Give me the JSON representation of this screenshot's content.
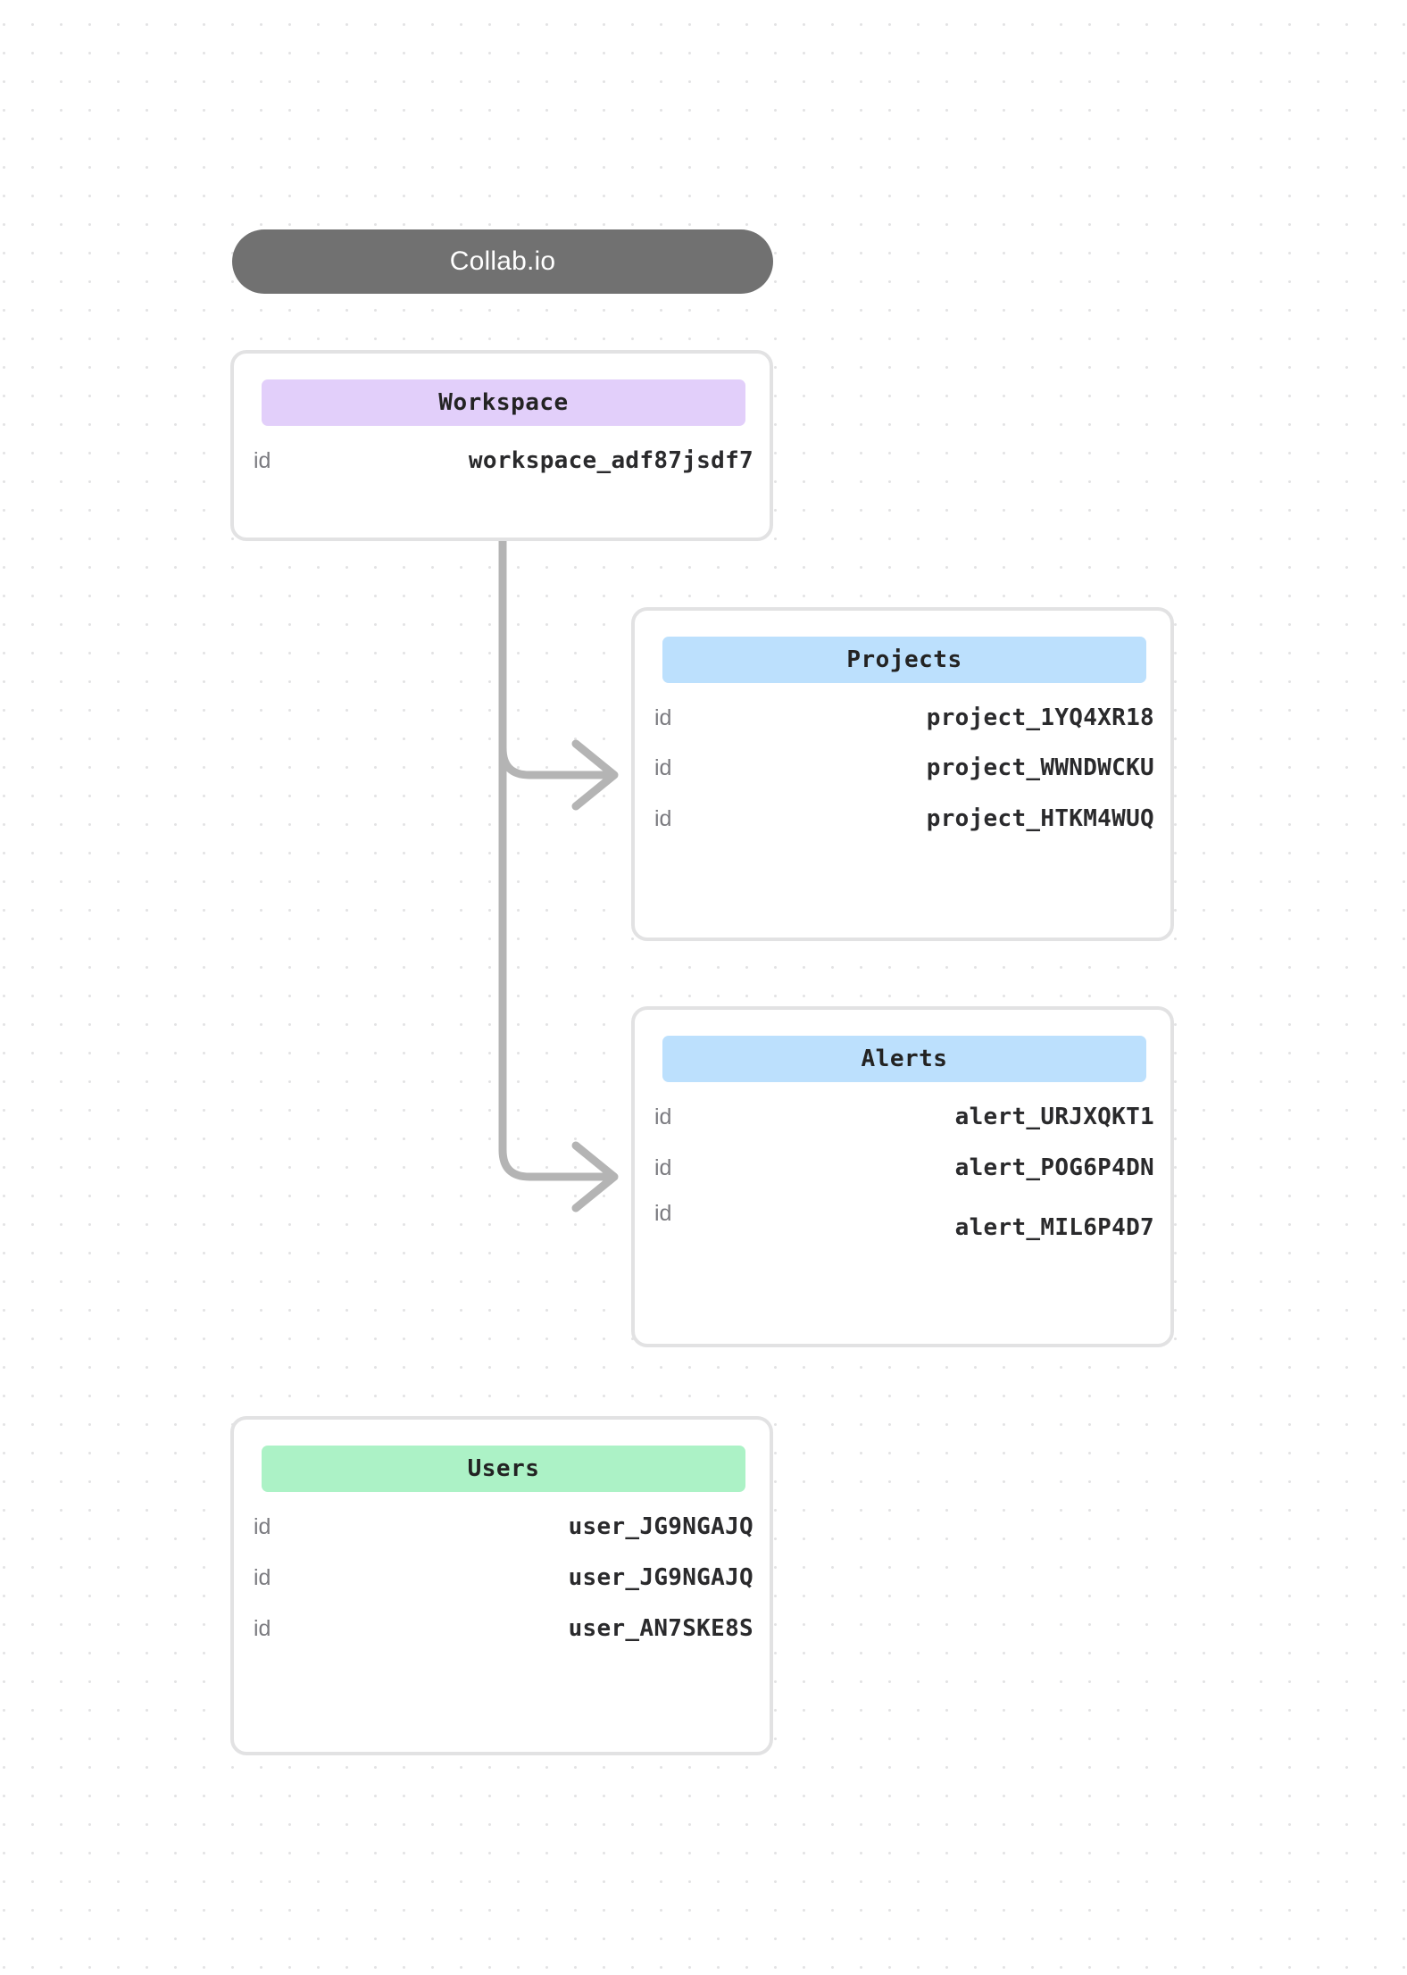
{
  "app": {
    "title": "Collab.io"
  },
  "theme": {
    "canvas_bg": "#ffffff",
    "dot_grid": "#e3e3e4",
    "title_pill_bg": "#717171",
    "title_pill_text": "#ffffff",
    "card_border": "#e2e2e3",
    "card_bg": "#ffffff",
    "connector": "#b4b4b4",
    "key_text": "#7b7b80",
    "value_text": "#2a2a2c",
    "header_purple": "#e2cffa",
    "header_blue": "#bce0fd",
    "header_green": "#acf2c6"
  },
  "cards": [
    {
      "id": "workspace",
      "header": "Workspace",
      "header_color": "#e2cffa",
      "rows": [
        {
          "key": "id",
          "value": "workspace_adf87jsdf7"
        }
      ]
    },
    {
      "id": "projects",
      "header": "Projects",
      "header_color": "#bce0fd",
      "rows": [
        {
          "key": "id",
          "value": "project_1YQ4XR18"
        },
        {
          "key": "id",
          "value": "project_WWNDWCKU"
        },
        {
          "key": "id",
          "value": "project_HTKM4WUQ"
        }
      ]
    },
    {
      "id": "alerts",
      "header": "Alerts",
      "header_color": "#bce0fd",
      "rows": [
        {
          "key": "id",
          "value": "alert_URJXQKT1"
        },
        {
          "key": "id",
          "value": "alert_POG6P4DN"
        },
        {
          "key": "id",
          "value": "alert_MIL6P4D7"
        }
      ]
    },
    {
      "id": "users",
      "header": "Users",
      "header_color": "#acf2c6",
      "rows": [
        {
          "key": "id",
          "value": "user_JG9NGAJQ"
        },
        {
          "key": "id",
          "value": "user_JG9NGAJQ"
        },
        {
          "key": "id",
          "value": "user_AN7SKE8S"
        }
      ]
    }
  ],
  "connectors": [
    {
      "from": "workspace",
      "to": "projects"
    },
    {
      "from": "workspace",
      "to": "alerts"
    }
  ]
}
